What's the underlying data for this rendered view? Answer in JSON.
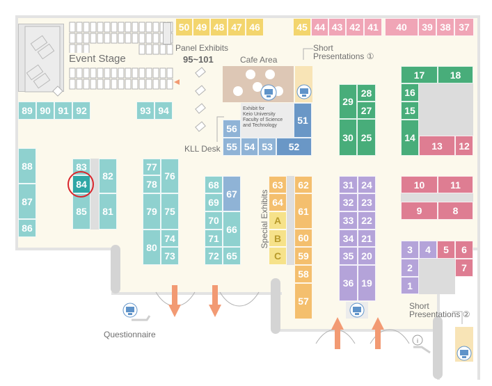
{
  "labels": {
    "event_stage": "Event Stage",
    "panel_exhibits": "Panel Exhibits",
    "panel_exhibits_range": "95~101",
    "cafe_area": "Cafe Area",
    "short_pres_1": "Short",
    "short_pres_1b": "Presentations ①",
    "kll_desk": "KLL Desk",
    "keio_1": "Exhibit for",
    "keio_2": "Keio University",
    "keio_3": "Faculty of Science",
    "keio_4": "and Technology",
    "special_exhibits": "Special Exhibits",
    "short_pres_2": "Short",
    "short_pres_2b": "Presentations ②",
    "questionnaire": "Questionnaire"
  },
  "highlighted_booth": "84",
  "booths": {
    "b50": "50",
    "b49": "49",
    "b48": "48",
    "b47": "47",
    "b46": "46",
    "b45": "45",
    "b44": "44",
    "b43": "43",
    "b42": "42",
    "b41": "41",
    "b40": "40",
    "b39": "39",
    "b38": "38",
    "b37": "37",
    "b89": "89",
    "b90": "90",
    "b91": "91",
    "b92": "92",
    "b93": "93",
    "b94": "94",
    "b56": "56",
    "b51": "51",
    "b55": "55",
    "b54": "54",
    "b53": "53",
    "b52": "52",
    "b29": "29",
    "b28": "28",
    "b27": "27",
    "b30": "30",
    "b25": "25",
    "b17": "17",
    "b18": "18",
    "b16": "16",
    "b15": "15",
    "b14": "14",
    "b13": "13",
    "b12": "12",
    "b88": "88",
    "b87": "87",
    "b86": "86",
    "b83": "83",
    "b84": "84",
    "b85": "85",
    "b82": "82",
    "b81": "81",
    "b77": "77",
    "b78": "78",
    "b76": "76",
    "b79": "79",
    "b75": "75",
    "b80": "80",
    "b74": "74",
    "b73": "73",
    "b68": "68",
    "b69": "69",
    "b67": "67",
    "b70": "70",
    "b71": "71",
    "b66": "66",
    "b72": "72",
    "b65": "65",
    "b63": "63",
    "b64": "64",
    "bA": "A",
    "bB": "B",
    "bC": "C",
    "b62": "62",
    "b61": "61",
    "b60": "60",
    "b59": "59",
    "b58": "58",
    "b57": "57",
    "b31": "31",
    "b24": "24",
    "b32": "32",
    "b23": "23",
    "b33": "33",
    "b22": "22",
    "b34": "34",
    "b21": "21",
    "b35": "35",
    "b20": "20",
    "b36": "36",
    "b19": "19",
    "b10": "10",
    "b11": "11",
    "b9": "9",
    "b8": "8",
    "b3": "3",
    "b4": "4",
    "b5": "5",
    "b6": "6",
    "b2": "2",
    "b7": "7",
    "b1": "1"
  },
  "colors": {
    "teal": "#8fd1cf",
    "teal_dark": "#2fa7a5",
    "yellow": "#f3d56d",
    "pink": "#f0a5b6",
    "green": "#48ad7a",
    "blue": "#8fb3d6",
    "orange": "#f4bf6e",
    "purple": "#b4a3d9",
    "highlight": "#d9262c",
    "arrow": "#f29a73"
  },
  "icons": [
    "presentation-icon",
    "questionnaire-icon",
    "info-icon",
    "arrow-down-icon",
    "arrow-up-icon",
    "diamond-panel-icon"
  ]
}
